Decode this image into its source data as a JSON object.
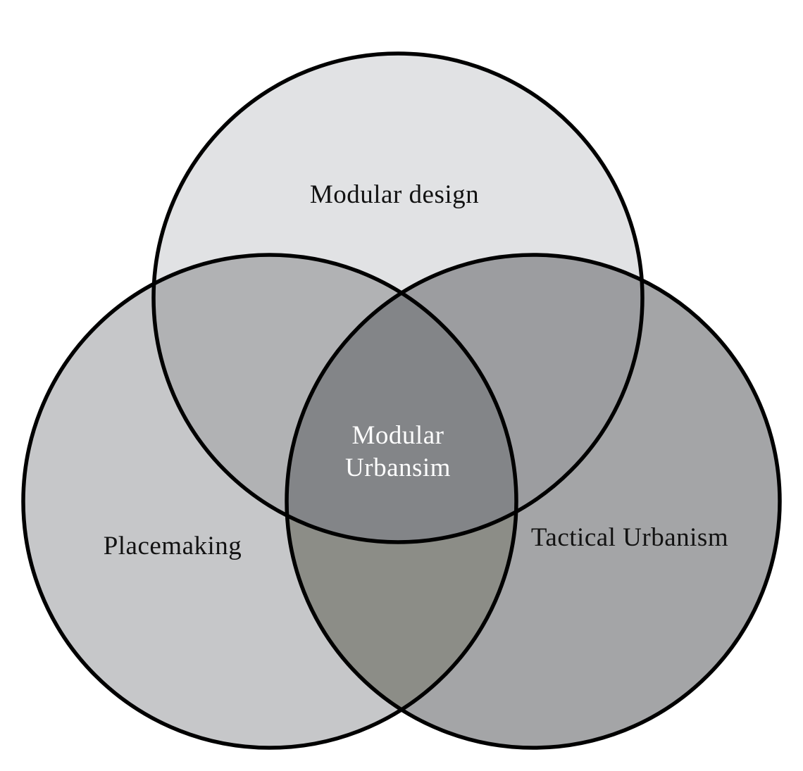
{
  "diagram": {
    "type": "venn-3-circles",
    "background_color": "#ffffff",
    "outline_color": "#000000",
    "labels": {
      "top_circle": "Modular design",
      "left_circle": "Placemaking",
      "right_circle": "Tactical Urbanism",
      "center_line1": "Modular",
      "center_line2": "Urbansim"
    },
    "label_colors": {
      "outer": "#121212",
      "center": "#fdfdfd"
    },
    "region_colors": {
      "top": "#e1e2e4",
      "left": "#c6c7c9",
      "right": "#a4a5a7",
      "top_left_overlap": "#b1b2b4",
      "top_right_overlap": "#9c9da0",
      "left_right_overlap": "#8c8d87",
      "center_overlap": "#838588"
    }
  }
}
